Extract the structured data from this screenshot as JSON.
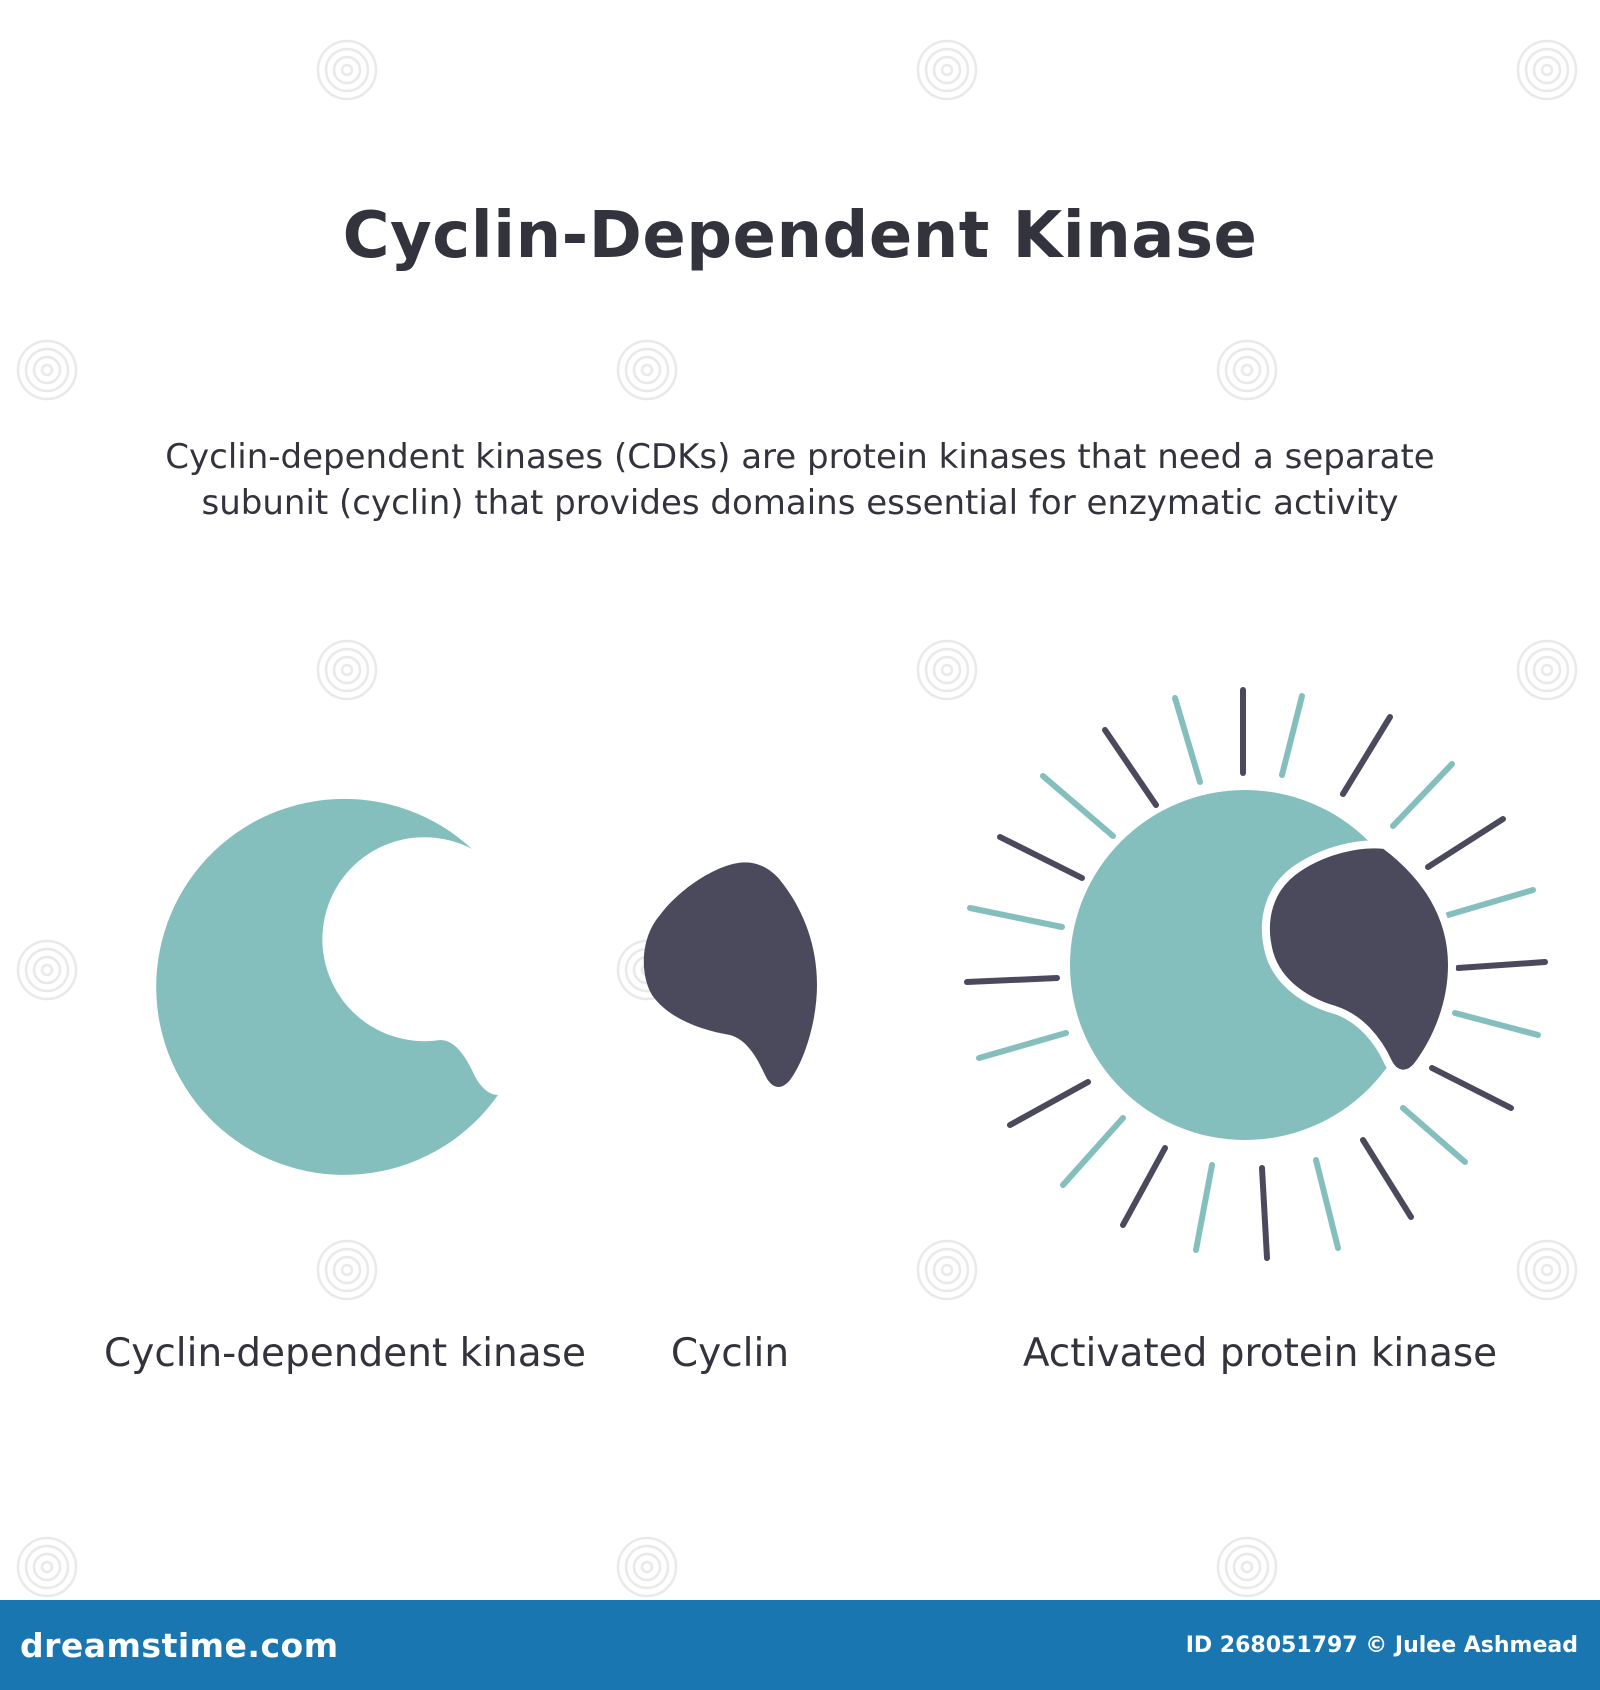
{
  "title": "Cyclin-Dependent Kinase",
  "description": {
    "line1": "Cyclin-dependent kinases (CDKs) are protein kinases that need a separate",
    "line2": "subunit (cyclin) that provides domains essential for enzymatic activity"
  },
  "labels": {
    "cdk": "Cyclin-dependent kinase",
    "cyclin": "Cyclin",
    "activated": "Activated protein kinase"
  },
  "footer": {
    "brand": "dreamstime.com",
    "credit": "ID 268051797 © Julee Ashmead"
  },
  "colors": {
    "teal": "#84bfbe",
    "dark": "#4b4a5d",
    "text": "#33333d",
    "footer_bg": "#1a76b1",
    "background": "#ffffff"
  },
  "icons": {
    "watermark": "spiral-icon"
  }
}
